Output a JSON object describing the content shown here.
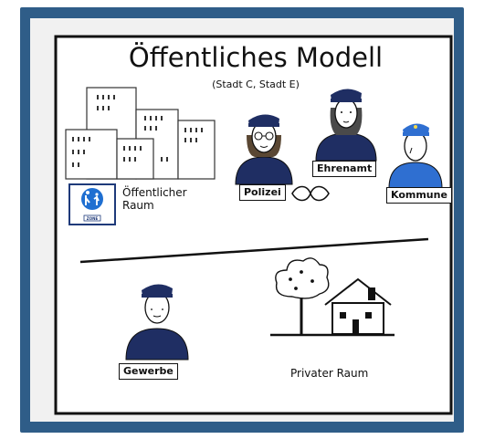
{
  "title": "Öffentliches Modell",
  "subtitle": "(Stadt C, Stadt E)",
  "public_space": {
    "label_line1": "Öffentlicher",
    "label_line2": "Raum",
    "sign_text": "ZONE"
  },
  "figures": {
    "polizei": "Polizei",
    "ehrenamt": "Ehrenamt",
    "kommune": "Kommune",
    "gewerbe": "Gewerbe"
  },
  "private_space": {
    "label": "Privater Raum"
  },
  "colors": {
    "frame": "#2f5d88",
    "uniform_dark": "#1f2e63",
    "uniform_bright": "#2f6fd1",
    "panel": "#f1f1f1"
  }
}
